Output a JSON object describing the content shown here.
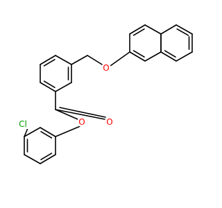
{
  "molecule": {
    "atom_labels": {
      "ether_oxygen": "O",
      "ester_oxygen": "O",
      "carbonyl_oxygen": "O",
      "chlorine": "Cl"
    },
    "colors": {
      "bond": "#000000",
      "oxygen": "#ff0000",
      "chlorine": "#00a000",
      "background": "#ffffff"
    }
  }
}
